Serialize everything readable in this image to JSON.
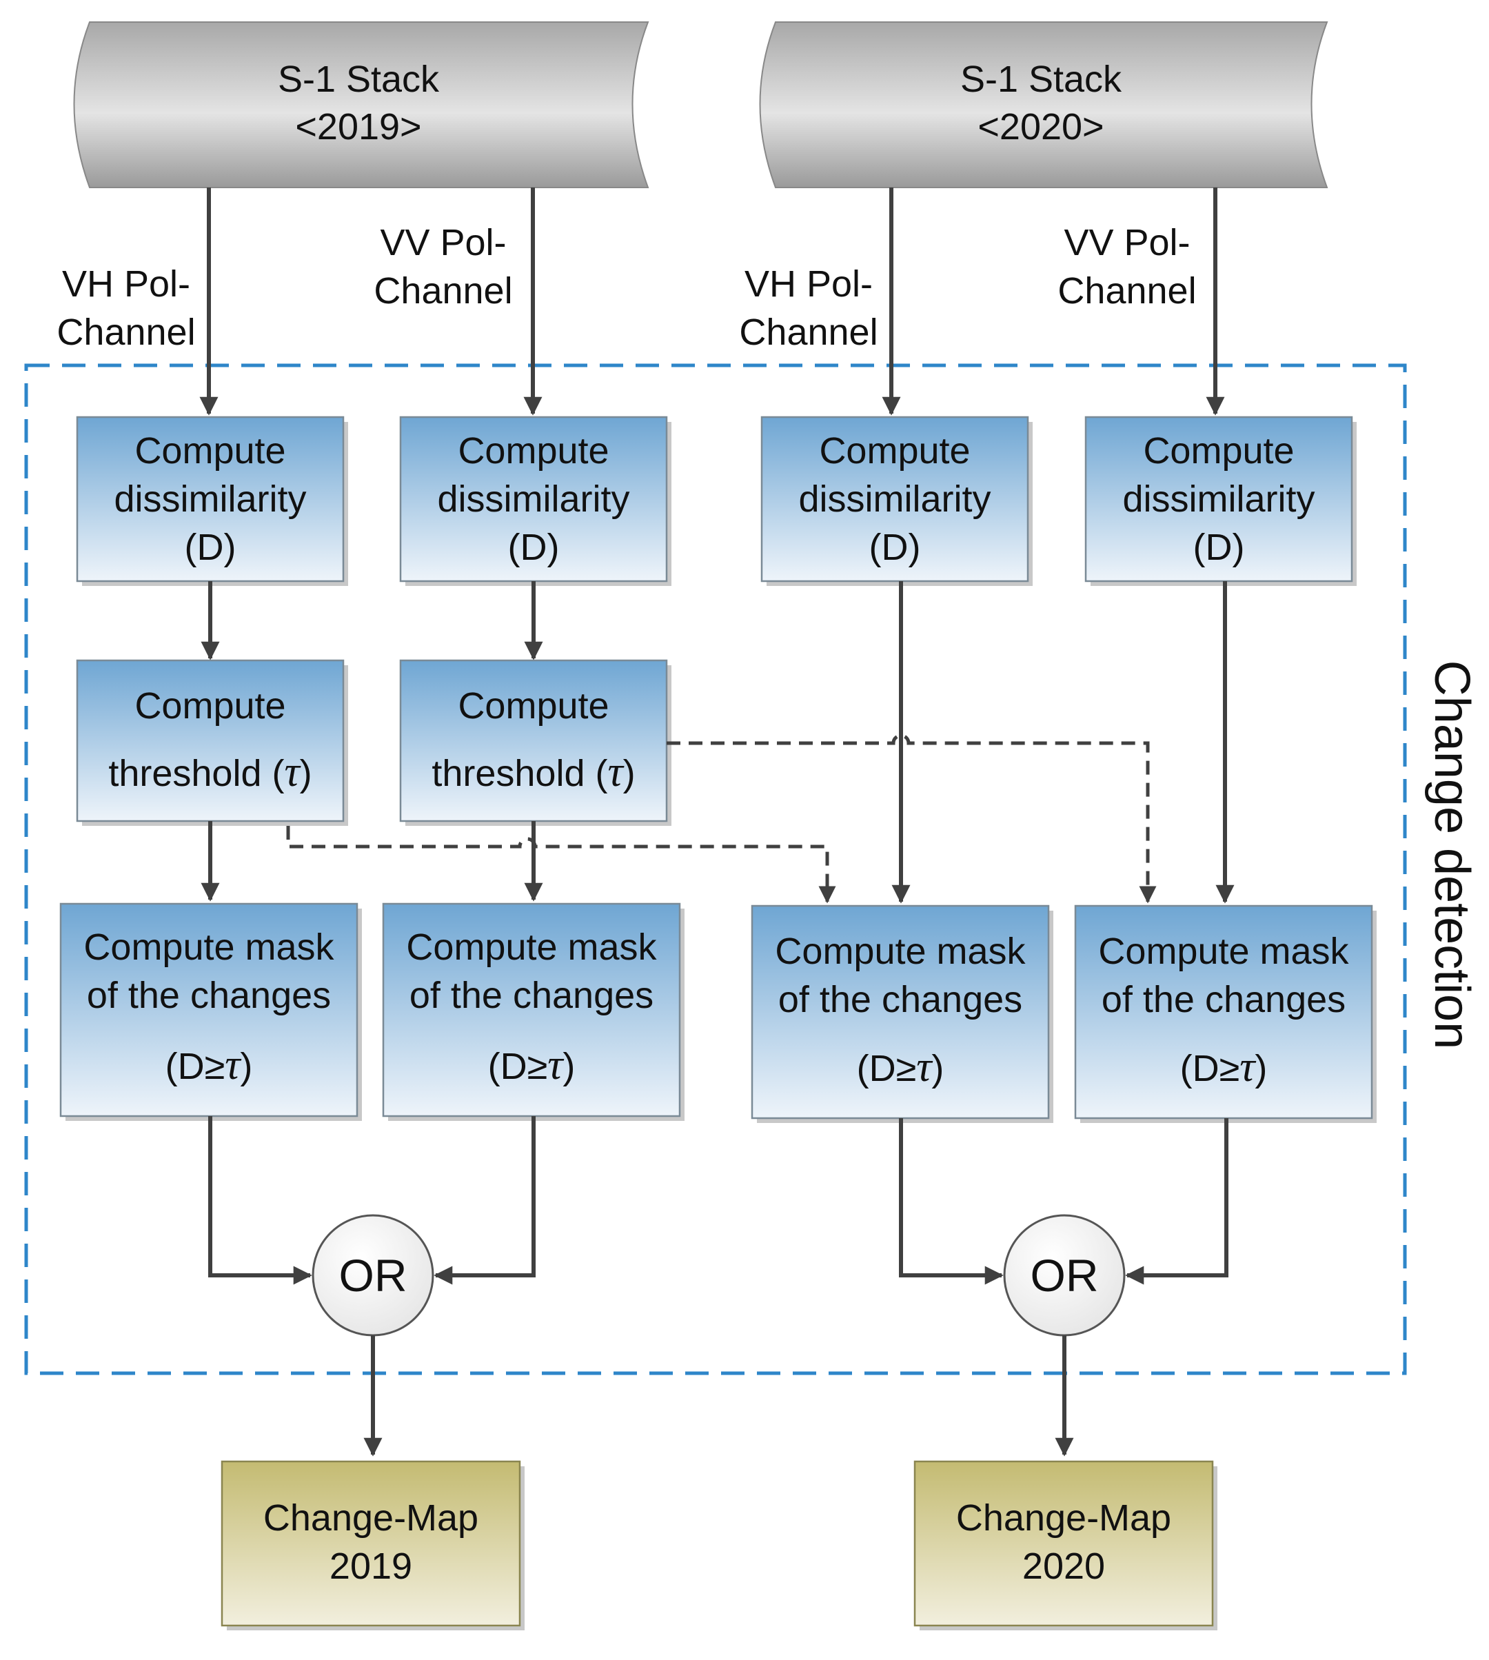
{
  "stacks": [
    {
      "line1": "S-1 Stack",
      "line2": "<2019>"
    },
    {
      "line1": "S-1 Stack",
      "line2": "<2020>"
    }
  ],
  "channels": {
    "vh_line1": "VH Pol-",
    "vh_line2": "Channel",
    "vv_line1": "VV Pol-",
    "vv_line2": "Channel"
  },
  "dissimilarity": {
    "line1": "Compute",
    "line2": "dissimilarity",
    "line3": "(D)"
  },
  "threshold": {
    "line1": "Compute",
    "line2": "threshold (",
    "tau": "τ",
    "close": ")"
  },
  "mask": {
    "line1": "Compute mask",
    "line2": "of the changes",
    "line3_open": "(D≥",
    "tau": "τ",
    "line3_close": ")"
  },
  "or_label": "OR",
  "outputs": [
    {
      "line1": "Change-Map",
      "line2": "2019"
    },
    {
      "line1": "Change-Map",
      "line2": "2020"
    }
  ],
  "group_label": "Change detection",
  "colors": {
    "process_top": "#6fa6d3",
    "process_bottom": "#eef4fa",
    "stack_top": "#b0b0b0",
    "stack_mid": "#e8e8e8",
    "output_top": "#c4bb72",
    "output_bottom": "#f2efde",
    "group_border": "#2e86c9",
    "arrow": "#404040"
  }
}
